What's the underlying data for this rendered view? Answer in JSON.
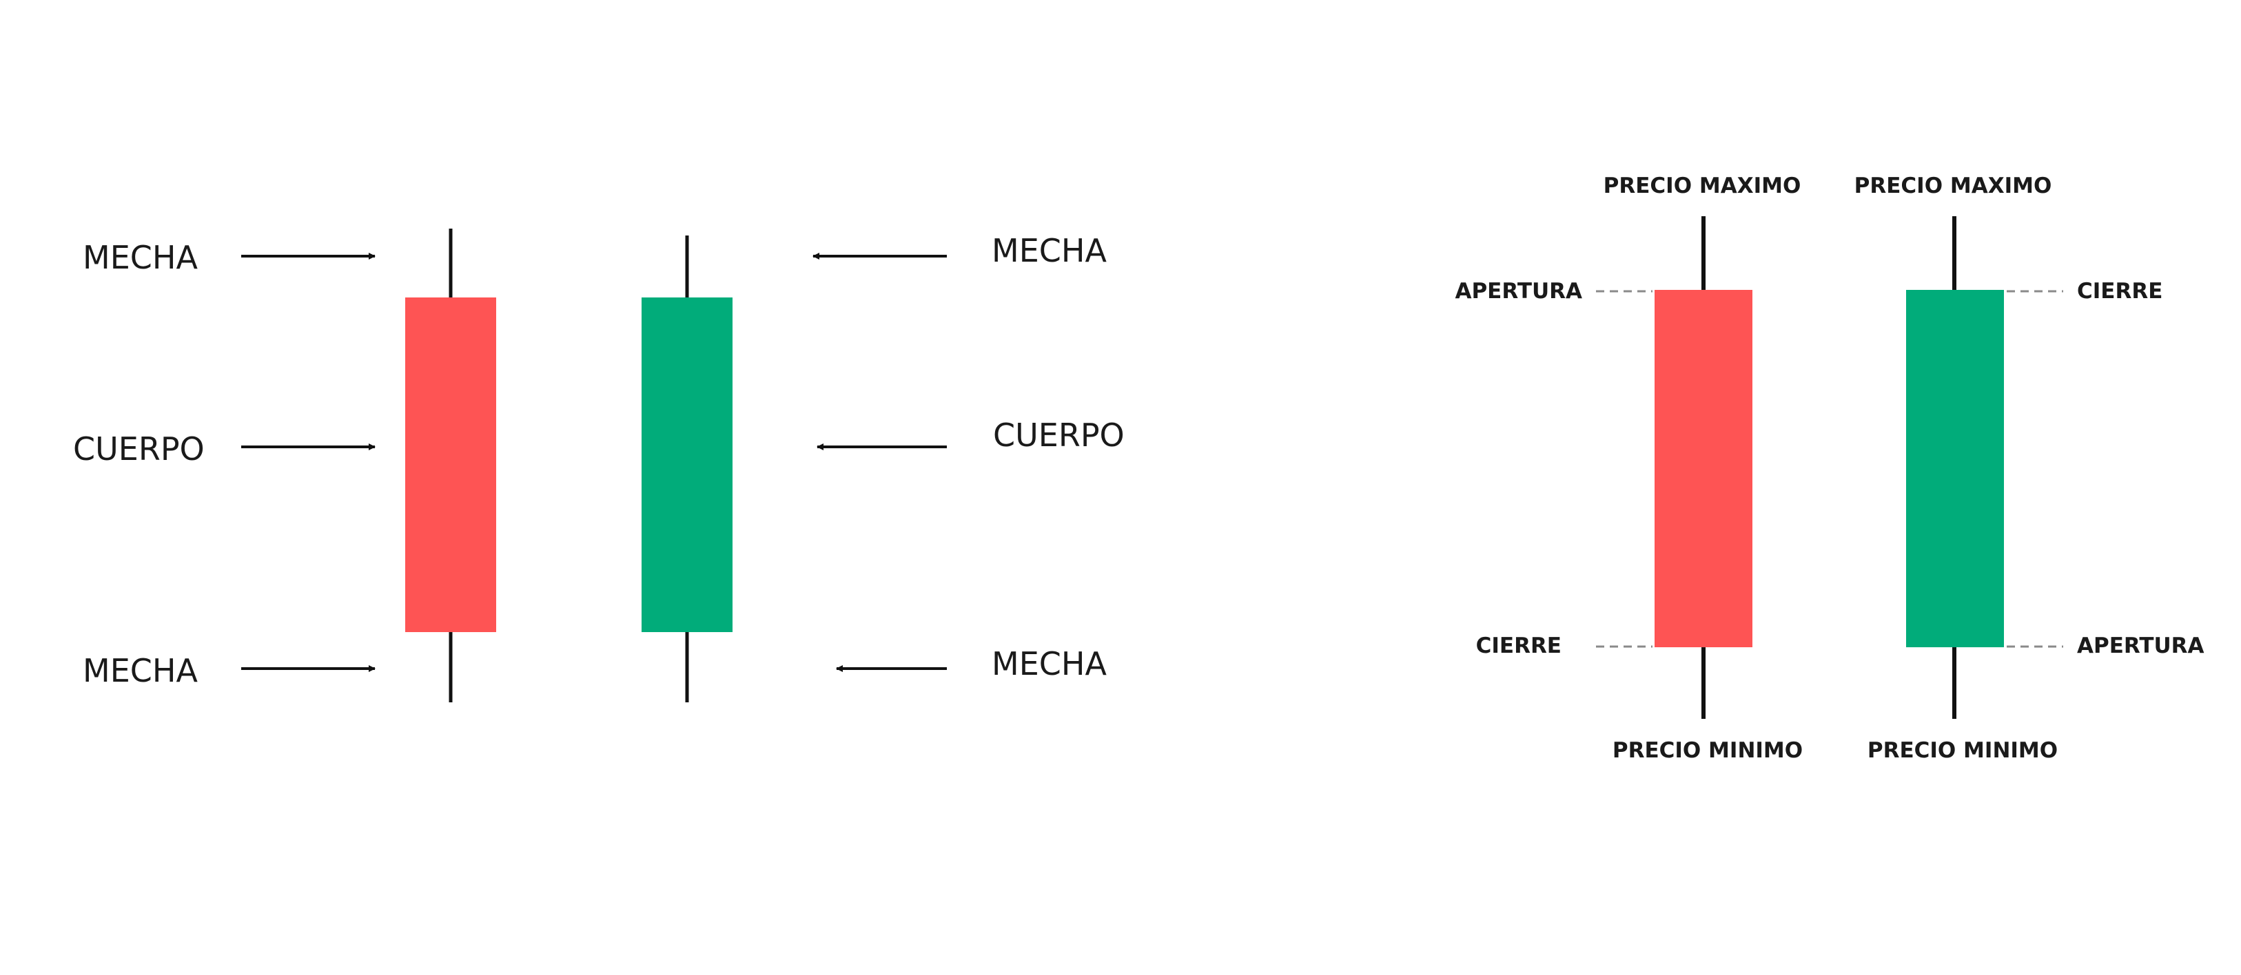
{
  "colors": {
    "bearish": "#fe5454",
    "bullish": "#01ac7a",
    "wick": "#111111",
    "text": "#1a1a1a",
    "dash": "#8a8a8a"
  },
  "anatomy": {
    "wick_top_left": "MECHA",
    "body_left": "CUERPO",
    "wick_bottom_left": "MECHA",
    "wick_top_right": "MECHA",
    "body_right": "CUERPO",
    "wick_bottom_right": "MECHA"
  },
  "prices": {
    "bearish": {
      "high_label": "PRECIO MAXIMO",
      "open_label": "APERTURA",
      "close_label": "CIERRE",
      "low_label": "PRECIO MINIMO"
    },
    "bullish": {
      "high_label": "PRECIO MAXIMO",
      "close_label": "CIERRE",
      "open_label": "APERTURA",
      "low_label": "PRECIO MINIMO"
    }
  }
}
